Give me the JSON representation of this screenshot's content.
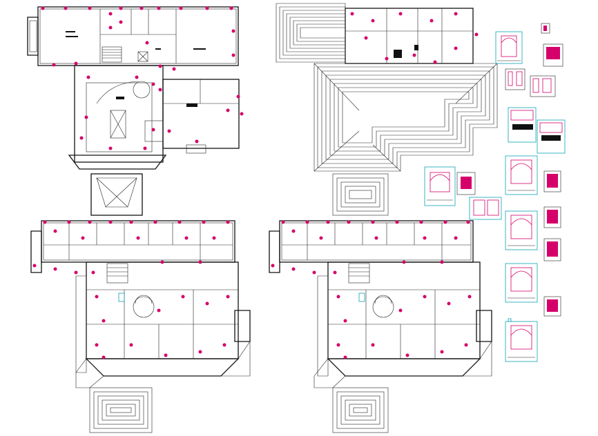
{
  "drawing": {
    "colors": {
      "line": "#111111",
      "tag": "#d6006b",
      "frame": "#0aa3b8",
      "background": "#ffffff"
    },
    "plans": [
      {
        "id": "ground-floor",
        "panel": "top-left"
      },
      {
        "id": "roof",
        "panel": "top-middle"
      },
      {
        "id": "first-floor",
        "panel": "bottom-left"
      },
      {
        "id": "second-floor",
        "panel": "bottom-middle"
      }
    ],
    "detail_sheets": [
      "window-detail-1",
      "door-tag",
      "window-detail-2",
      "door-detail-1",
      "door-detail-2",
      "elevation-strip-1",
      "elevation-strip-2",
      "window-detail-3",
      "window-detail-4",
      "window-detail-5",
      "window-detail-6",
      "window-detail-7",
      "window-detail-8",
      "window-detail-9",
      "window-detail-10",
      "window-detail-11",
      "window-detail-12",
      "window-detail-13",
      "window-detail-14"
    ]
  }
}
